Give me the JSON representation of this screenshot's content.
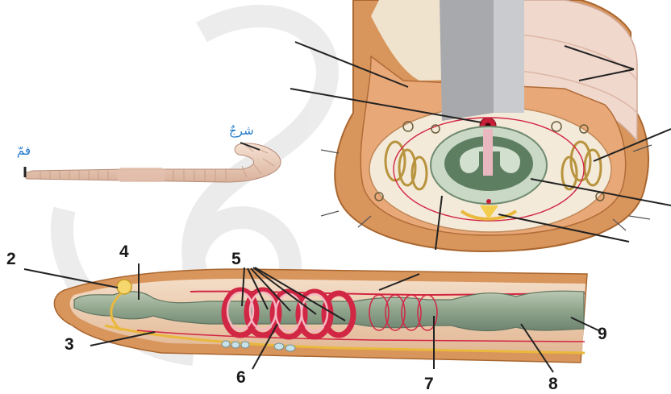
{
  "labels": {
    "mouth": "فمّ",
    "anus": "شرجٌ",
    "n2": "2",
    "n3": "3",
    "n4": "4",
    "n5": "5",
    "n6": "6",
    "n7": "7",
    "n8": "8",
    "n9": "9"
  },
  "colors": {
    "body_tan": "#e9c7ab",
    "body_wall": "#d8955c",
    "gut_green": "#9fb29a",
    "vessel_red": "#d22645",
    "nerve_yellow": "#e9b83c",
    "label_blue": "#1f78c8"
  }
}
